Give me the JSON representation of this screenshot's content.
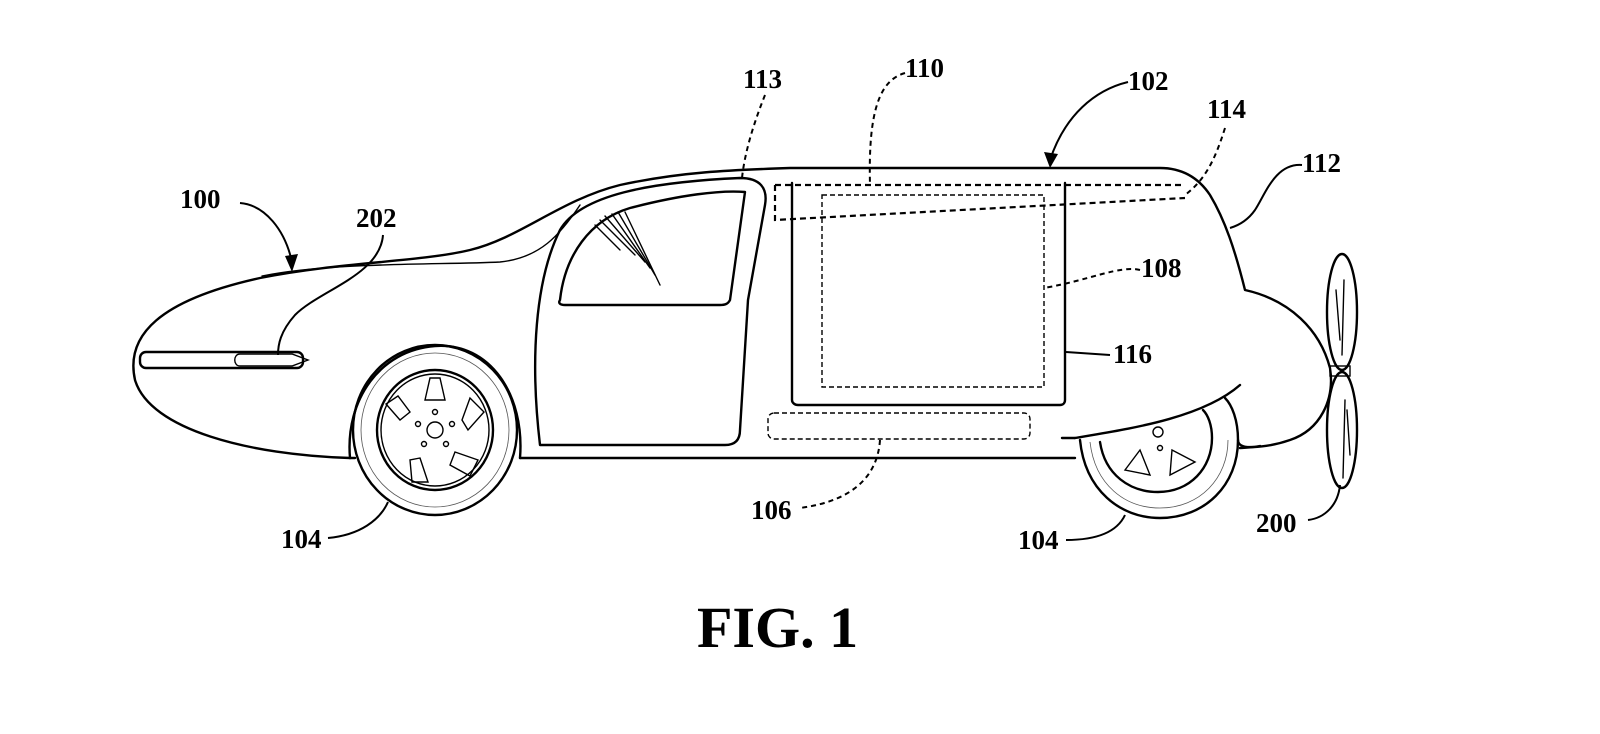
{
  "figure": {
    "title": "FIG. 1",
    "subject": "vehicle with propeller",
    "references": {
      "vehicle": "100",
      "body": "102",
      "wheel_front": "104",
      "wheel_rear": "104",
      "floor_compartment": "106",
      "cargo_compartment": "108",
      "roof_compartment": "110",
      "rear_bulge": "112",
      "pillar": "113",
      "upper_dashed_line": "114",
      "side_door": "116",
      "propeller": "200",
      "side_light": "202"
    }
  }
}
